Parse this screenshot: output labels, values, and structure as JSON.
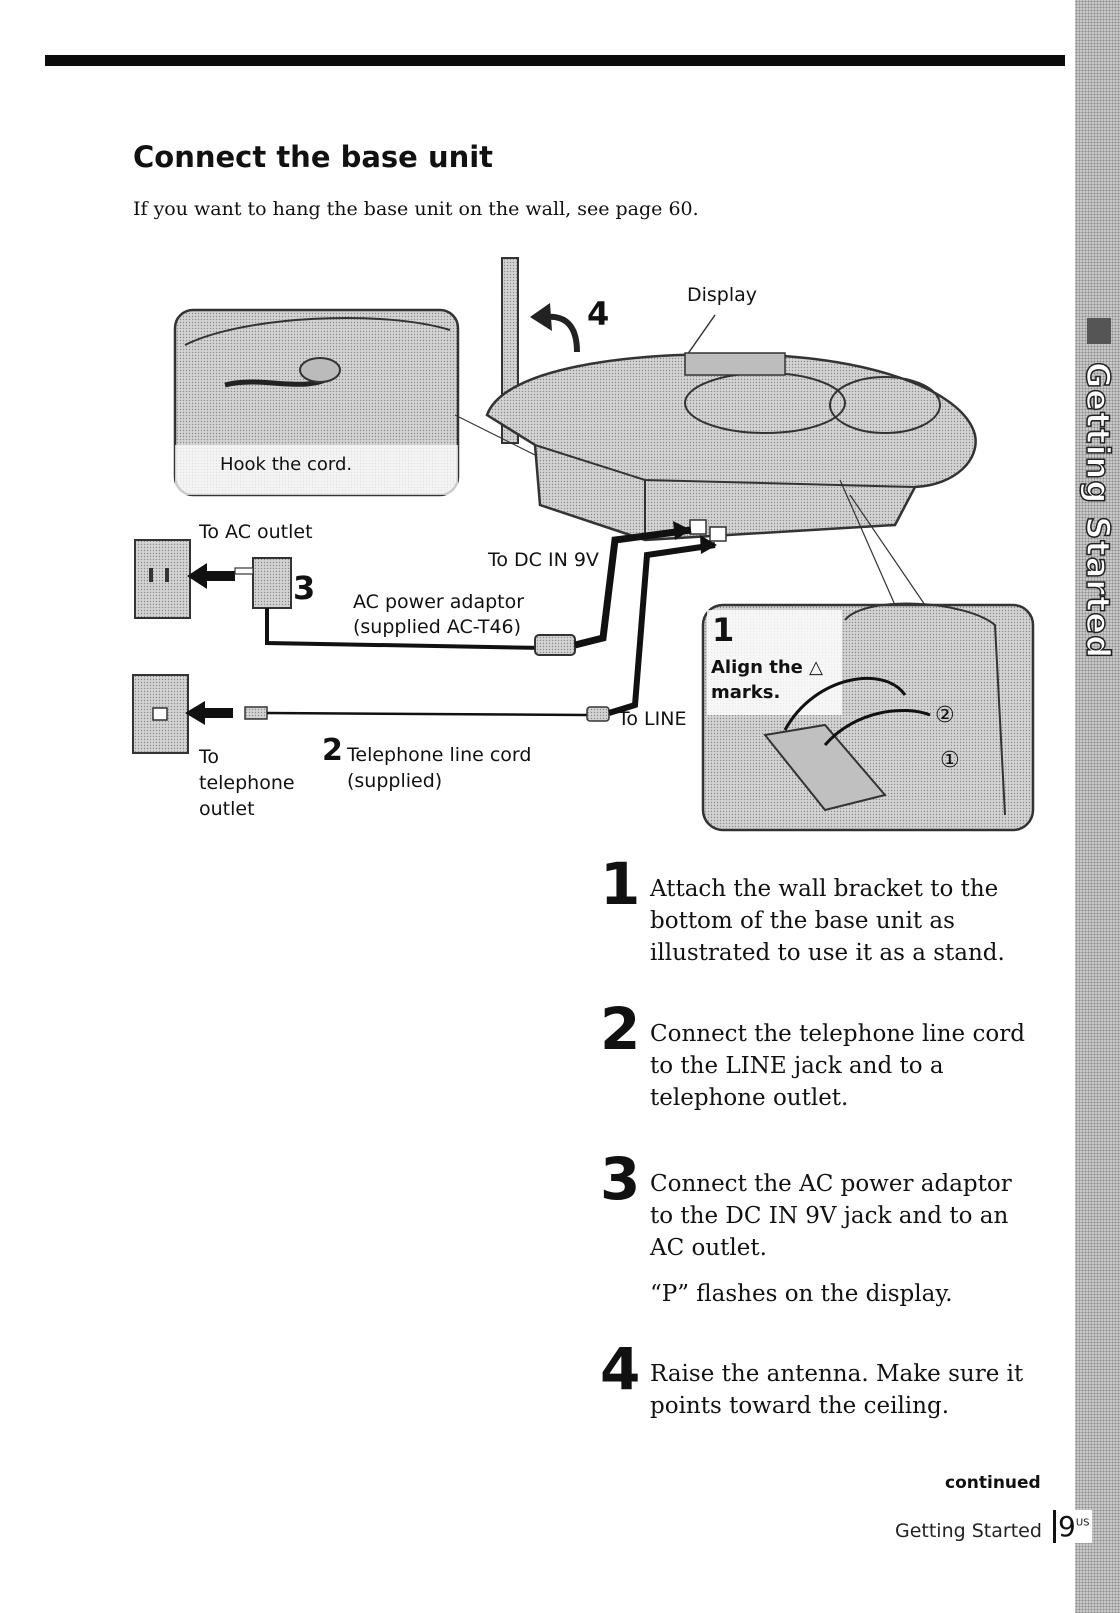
{
  "section_tab": "Getting Started",
  "title": "Connect the base unit",
  "intro": "If you want to hang the base unit on the wall, see page 60.",
  "figure": {
    "display": "Display",
    "antenna_step": "4",
    "hook_cord": "Hook the cord.",
    "to_ac_outlet": "To AC outlet",
    "to_dc_in": "To DC IN 9V",
    "adaptor_step": "3",
    "adaptor_line1": "AC power adaptor",
    "adaptor_line2": "(supplied AC-T46)",
    "to_line": "To LINE",
    "cord_step": "2",
    "cord_line1": "Telephone line cord",
    "cord_line2": "(supplied)",
    "to_tel_1": "To",
    "to_tel_2": "telephone",
    "to_tel_3": "outlet",
    "inset_step": "1",
    "align_1": "Align the △",
    "align_2": "marks.",
    "circle_1": "①",
    "circle_2": "②"
  },
  "steps": [
    {
      "num": "1",
      "text": "Attach the wall bracket to the bottom of the base unit as illustrated to use it as a stand."
    },
    {
      "num": "2",
      "text": "Connect the telephone line cord to the LINE jack and to a telephone outlet."
    },
    {
      "num": "3",
      "text": "Connect the AC power adaptor to the DC IN 9V jack and to an AC outlet.",
      "note": "“P” flashes on the display."
    },
    {
      "num": "4",
      "text": "Raise the antenna. Make sure it points toward the ceiling."
    }
  ],
  "continued": "continued",
  "footer_section": "Getting Started",
  "page_number": "9",
  "page_suffix": "US"
}
